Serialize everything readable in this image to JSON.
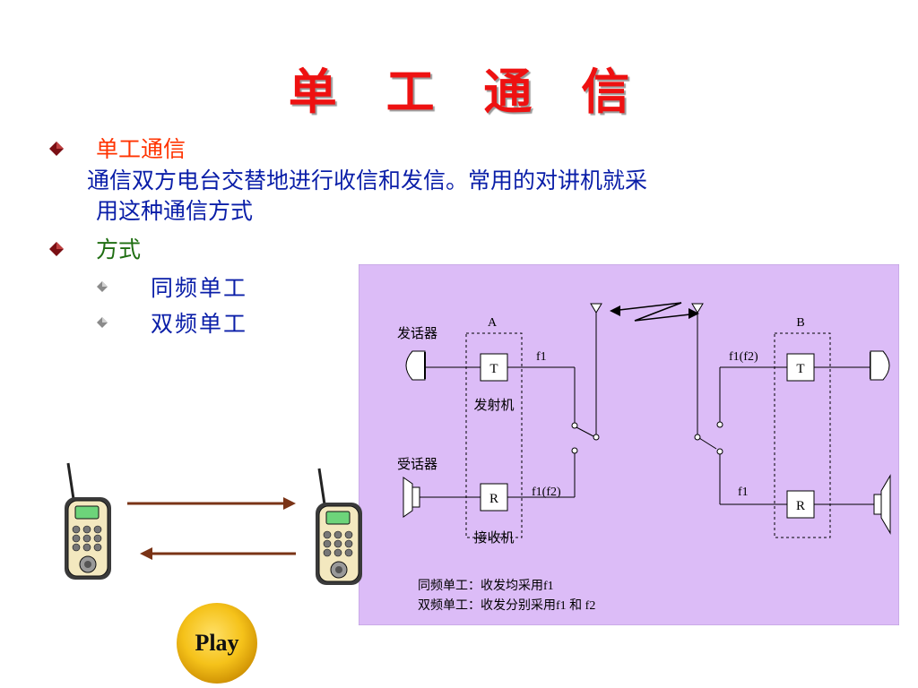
{
  "title": "单 工 通 信",
  "section1": {
    "heading": "单工通信",
    "heading_color": "#ff3300",
    "line1": "通信双方电台交替地进行收信和发信。常用的对讲机就采",
    "line2": "用这种通信方式"
  },
  "section2": {
    "heading": "方式",
    "heading_color": "#1f6e12",
    "items": [
      "同频单工",
      "双频单工"
    ]
  },
  "diagram": {
    "background": "#dcbcf7",
    "station_a": "A",
    "station_b": "B",
    "transmitter_label": "发话器",
    "receiver_label": "受话器",
    "tx_box": "T",
    "rx_box": "R",
    "tx_unit": "发射机",
    "rx_unit": "接收机",
    "a_tx_freq": "f1",
    "a_rx_freq": "f1(f2)",
    "b_tx_freq": "f1(f2)",
    "b_rx_freq": "f1",
    "note1": "同频单工：收发均采用f1",
    "note2": "双频单工：收发分别采用f1 和 f2"
  },
  "play": {
    "label": "Play"
  },
  "icons": [
    "diamond-bullet-icon",
    "walkie-talkie-icon",
    "arrow-right-icon",
    "arrow-left-icon",
    "antenna-icon",
    "microphone-icon",
    "speaker-icon"
  ]
}
